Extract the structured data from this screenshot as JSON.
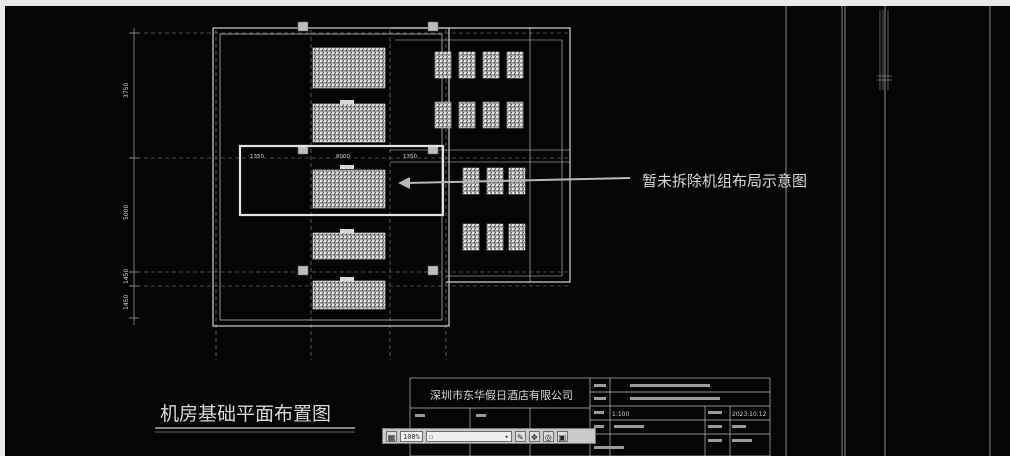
{
  "drawing": {
    "annotation": "暂未拆除机组布局示意图",
    "main_title": "机房基础平面布置图",
    "company": "深圳市东华假日酒店有限公司",
    "date": "2023.10.12",
    "scale": "1:100",
    "dims_left": [
      "3750",
      "5000",
      "1450",
      "1450"
    ],
    "dims_top": [
      "1350",
      "8000",
      "1350"
    ]
  },
  "toolbar": {
    "zoom_value": "100%",
    "dropdown_glyph": "▾",
    "icons": [
      "grid-icon",
      "view-icon",
      "zoom-in-icon",
      "pan-icon",
      "layers-icon",
      "settings-icon"
    ]
  }
}
